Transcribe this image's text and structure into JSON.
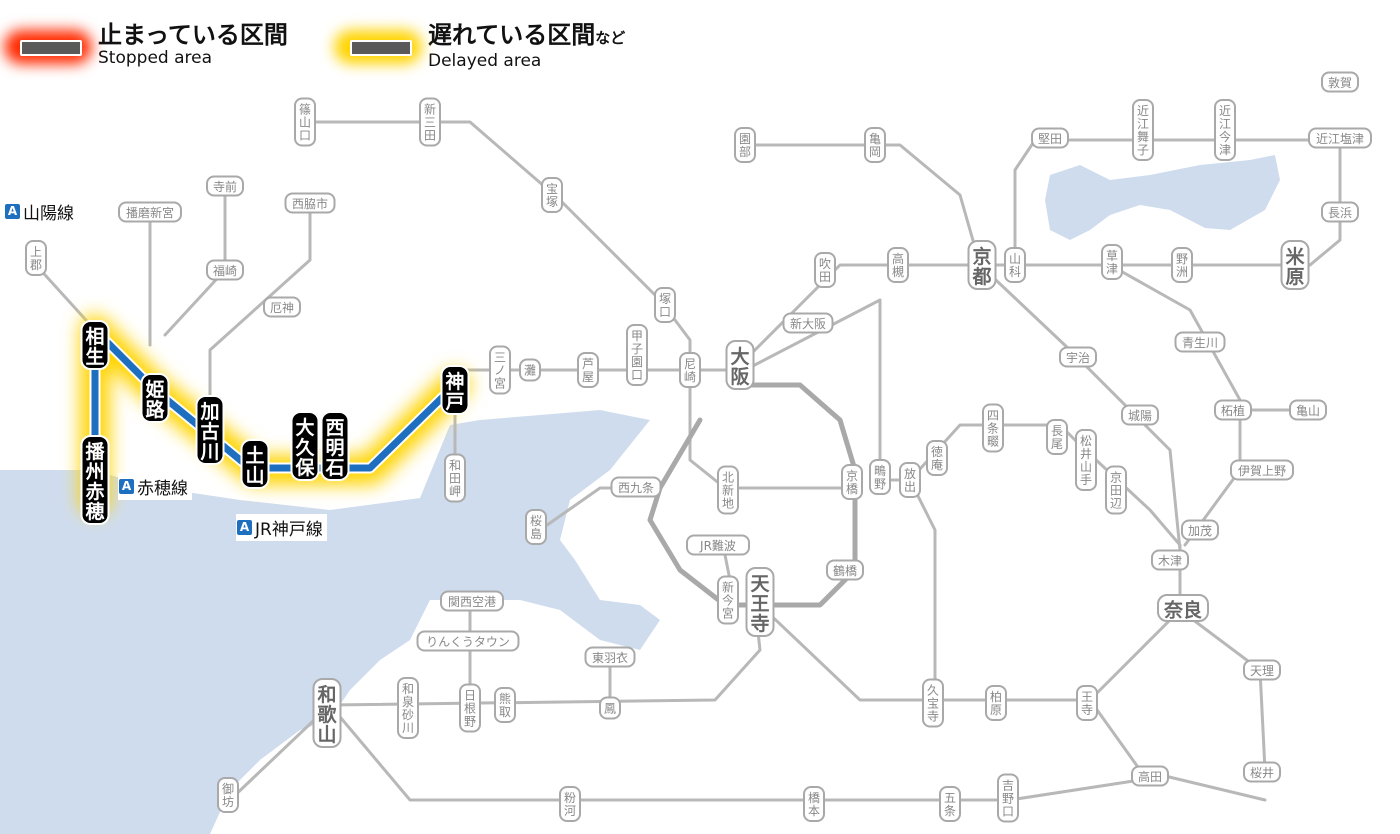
{
  "legend": {
    "stopped": {
      "ja": "止まっている区間",
      "en": "Stopped area",
      "color": "#ff2a00"
    },
    "delayed": {
      "ja": "遅れている区間",
      "suffix": "など",
      "en": "Delayed area",
      "color": "#ffd400"
    }
  },
  "line_labels": {
    "sanyo": {
      "badge": "A",
      "name": "山陽線"
    },
    "ako": {
      "badge": "A",
      "name": "赤穂線"
    },
    "kobe": {
      "badge": "A",
      "name": "JR神戸線"
    }
  },
  "colors": {
    "sea": "#cfdcee",
    "track": "#b8b8b8",
    "station_border": "#a9a9a9",
    "affected_line": "#1e6fbf",
    "glow": "#ffd400"
  },
  "affected_stations": [
    "相生",
    "姫路",
    "加古川",
    "土山",
    "大久保",
    "西明石",
    "神戸",
    "播州赤穂"
  ],
  "stations": {
    "sasayamaguchi": "篠山口",
    "shinsanda": "新三田",
    "takarazuka": "宝塚",
    "sonobe": "園部",
    "kameoka": "亀岡",
    "kyoto": "京都",
    "katata": "堅田",
    "omimaiko": "近江舞子",
    "omiimazu": "近江今津",
    "tsuruga": "敦賀",
    "omishiotsu": "近江塩津",
    "nagahama": "長浜",
    "maibara": "米原",
    "yamashina": "山科",
    "kusatsu": "草津",
    "yasu": "野洲",
    "takatsuki": "高槻",
    "suita": "吹田",
    "shinosaka": "新大阪",
    "osaka": "大阪",
    "tsukaguchi": "塚口",
    "amagasaki": "尼崎",
    "koshienguchi": "甲子園口",
    "ashiya": "芦屋",
    "nada": "灘",
    "sannomiya": "三ノ宮",
    "kobe": "神戸",
    "wadamisaki": "和田岬",
    "kamigori": "上郡",
    "aioi": "相生",
    "banshuako": "播州赤穂",
    "harimashingu": "播磨新宮",
    "teramae": "寺前",
    "fukusaki": "福崎",
    "nishiwakishi": "西脇市",
    "yakujin": "厄神",
    "himeji": "姫路",
    "kakogawa": "加古川",
    "tsuchiyama": "土山",
    "okubo": "大久保",
    "nishiakashi": "西明石",
    "kitashinchi": "北新地",
    "nishikujo": "西九条",
    "sakurajima": "桜島",
    "kyobashi": "京橋",
    "tsurumi": "鶴橋",
    "jrnamba": "JR難波",
    "shinimamiya": "新今宮",
    "tennoji": "天王寺",
    "shigino": "鴫野",
    "hanaten": "放出",
    "tokuan": "徳庵",
    "shijonawate": "四条畷",
    "nagao": "長尾",
    "matsuiyamate": "松井山手",
    "kyotanabe": "京田辺",
    "kizu": "木津",
    "nara": "奈良",
    "uji": "宇治",
    "joyo": "城陽",
    "aoyama": "青生川",
    "tsuge": "柘植",
    "kameyama": "亀山",
    "igaueno": "伊賀上野",
    "kamo": "加茂",
    "tenri": "天理",
    "sakurai": "桜井",
    "takada": "高田",
    "oji": "王寺",
    "kashiwara": "柏原",
    "kyuhoji": "久宝寺",
    "kansaiairport": "関西空港",
    "rinkutown": "りんくうタウン",
    "higashihagoromo": "東羽衣",
    "otori": "鳳",
    "hineno": "日根野",
    "kumatori": "熊取",
    "izumisunagawa": "和泉砂川",
    "wakayama": "和歌山",
    "gobo": "御坊",
    "kokawa": "粉河",
    "hashimoto": "橋本",
    "gojo": "五条",
    "yoshinoguchi": "吉野口"
  }
}
